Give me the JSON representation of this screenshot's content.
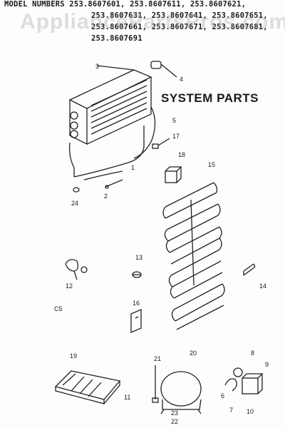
{
  "header": {
    "line1": "MODEL NUMBERS 253.8607601, 253.8607611, 253.8607621,",
    "line2": "253.8607631, 253.8607641, 253.8607651,",
    "line3": "253.8607661, 253.8607671, 253.8607681,",
    "line4": "253.8607691"
  },
  "watermark": "AppliancePartsPros.com",
  "title": "SYSTEM PARTS",
  "section_code": "C5",
  "callouts": {
    "c1": "1",
    "c2": "2",
    "c3": "3",
    "c4": "4",
    "c5": "5",
    "c6": "6",
    "c7": "7",
    "c8": "8",
    "c9": "9",
    "c10": "10",
    "c11": "11",
    "c12": "12",
    "c13": "13",
    "c14": "14",
    "c15": "15",
    "c16": "16",
    "c17": "17",
    "c18": "18",
    "c19": "19",
    "c20": "20",
    "c21": "21",
    "c22": "22",
    "c23": "23",
    "c24": "24"
  }
}
